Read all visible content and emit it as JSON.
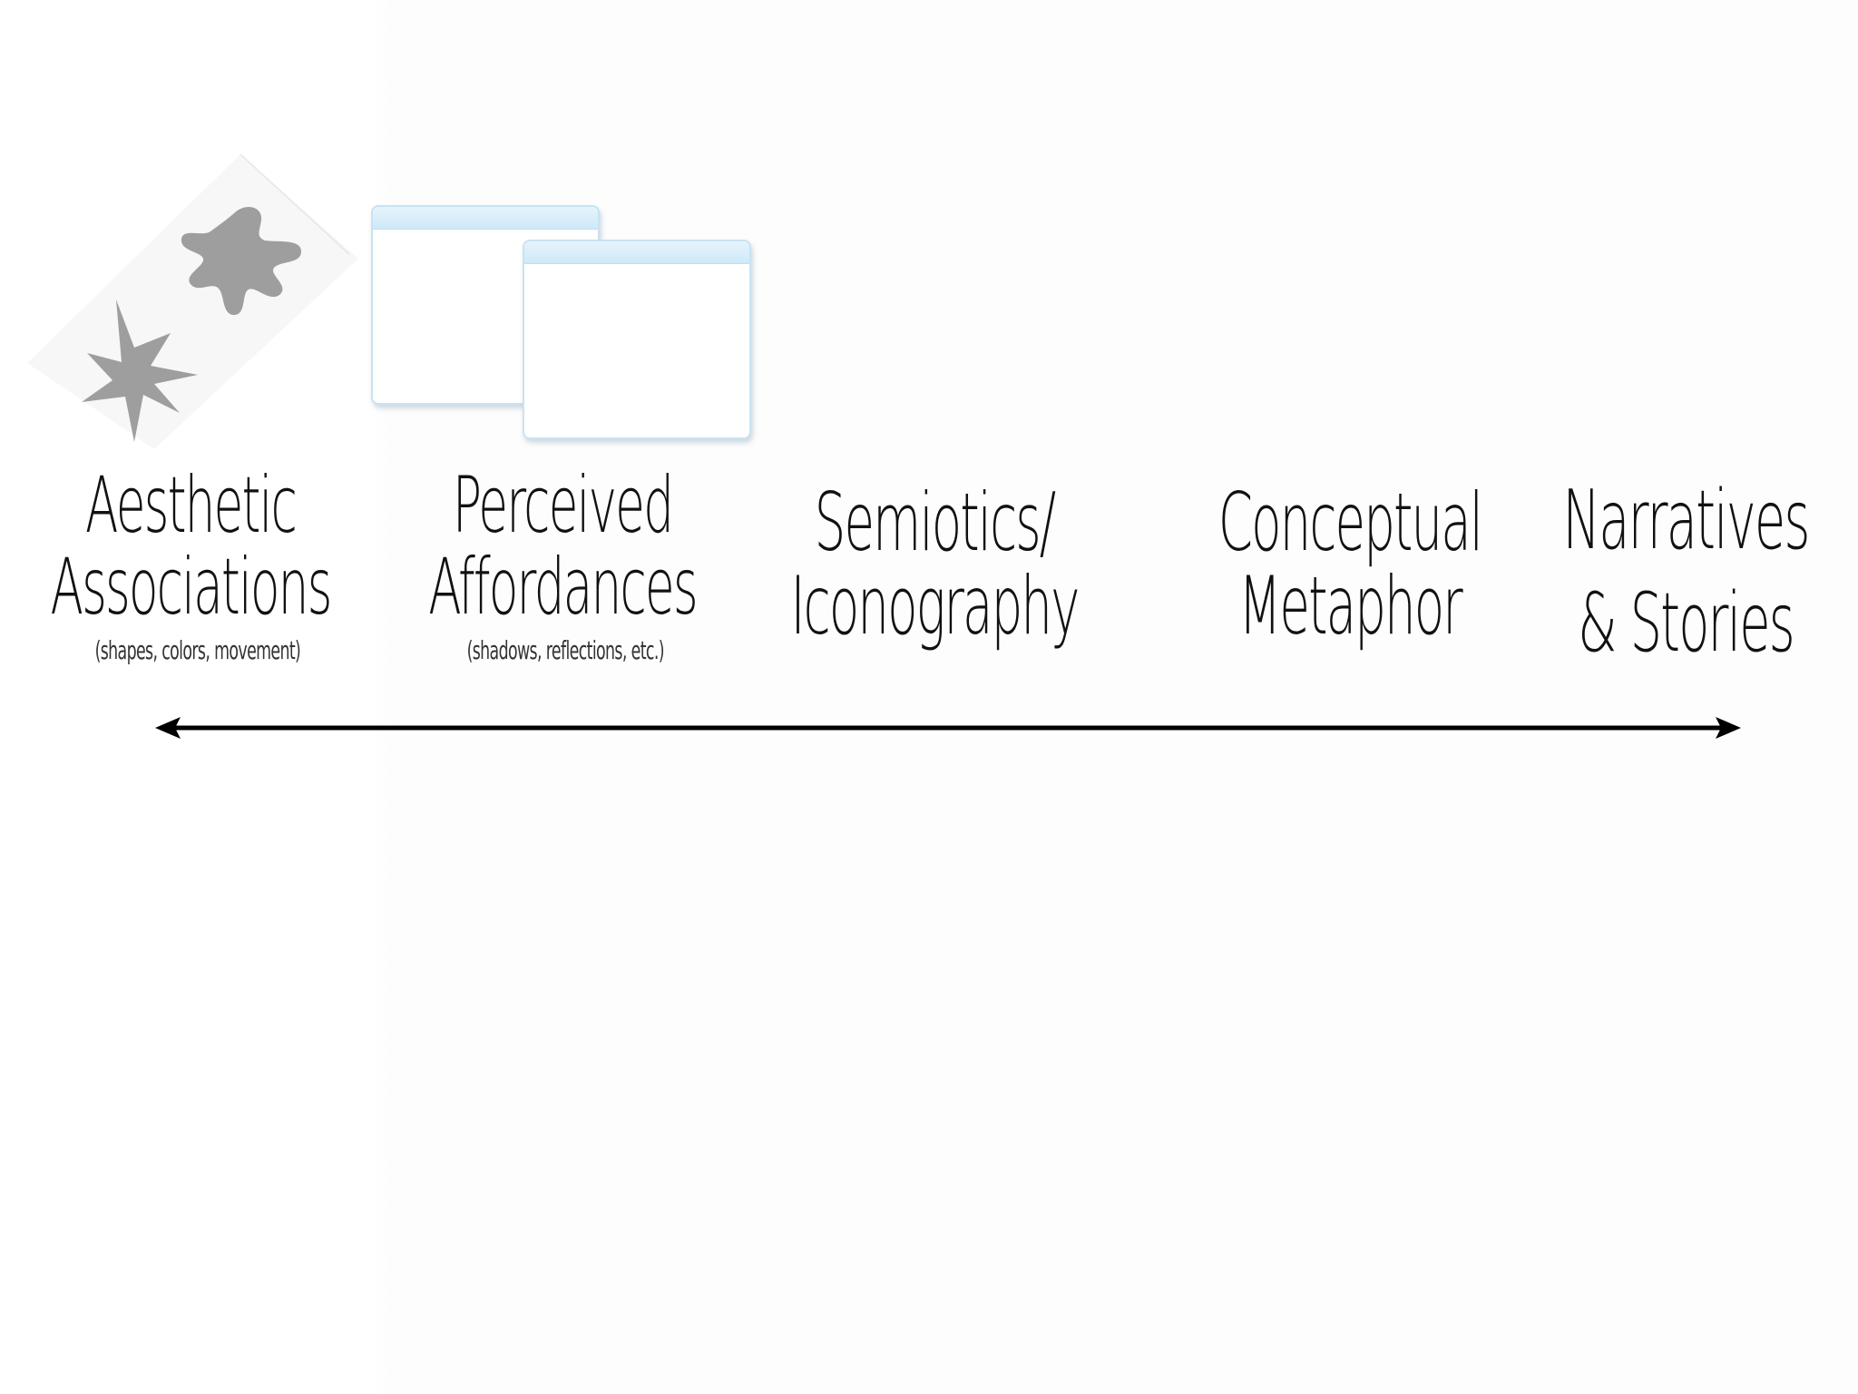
{
  "colors": {
    "text": "#111111",
    "subtext": "#333333",
    "shape_gray": "#9e9e9e",
    "window_border": "#c9e2f2",
    "window_titlebar": "#cde9f8",
    "arrow": "#000000"
  },
  "spectrum": {
    "items": [
      {
        "lines": [
          "Aesthetic",
          "Associations"
        ],
        "sub": "(shapes, colors, movement)"
      },
      {
        "lines": [
          "Perceived",
          "Affordances"
        ],
        "sub": "(shadows, reflections, etc.)"
      },
      {
        "lines": [
          "Semiotics/",
          "Iconography"
        ],
        "sub": ""
      },
      {
        "lines": [
          "Conceptual",
          "Metaphor"
        ],
        "sub": ""
      },
      {
        "lines": [
          "Narratives",
          "& Stories"
        ],
        "sub": ""
      }
    ],
    "arrow": "double-headed"
  },
  "icons": {
    "star": "star-burst-icon",
    "splat": "splat-icon",
    "window_back": "window-icon",
    "window_front": "window-icon"
  }
}
